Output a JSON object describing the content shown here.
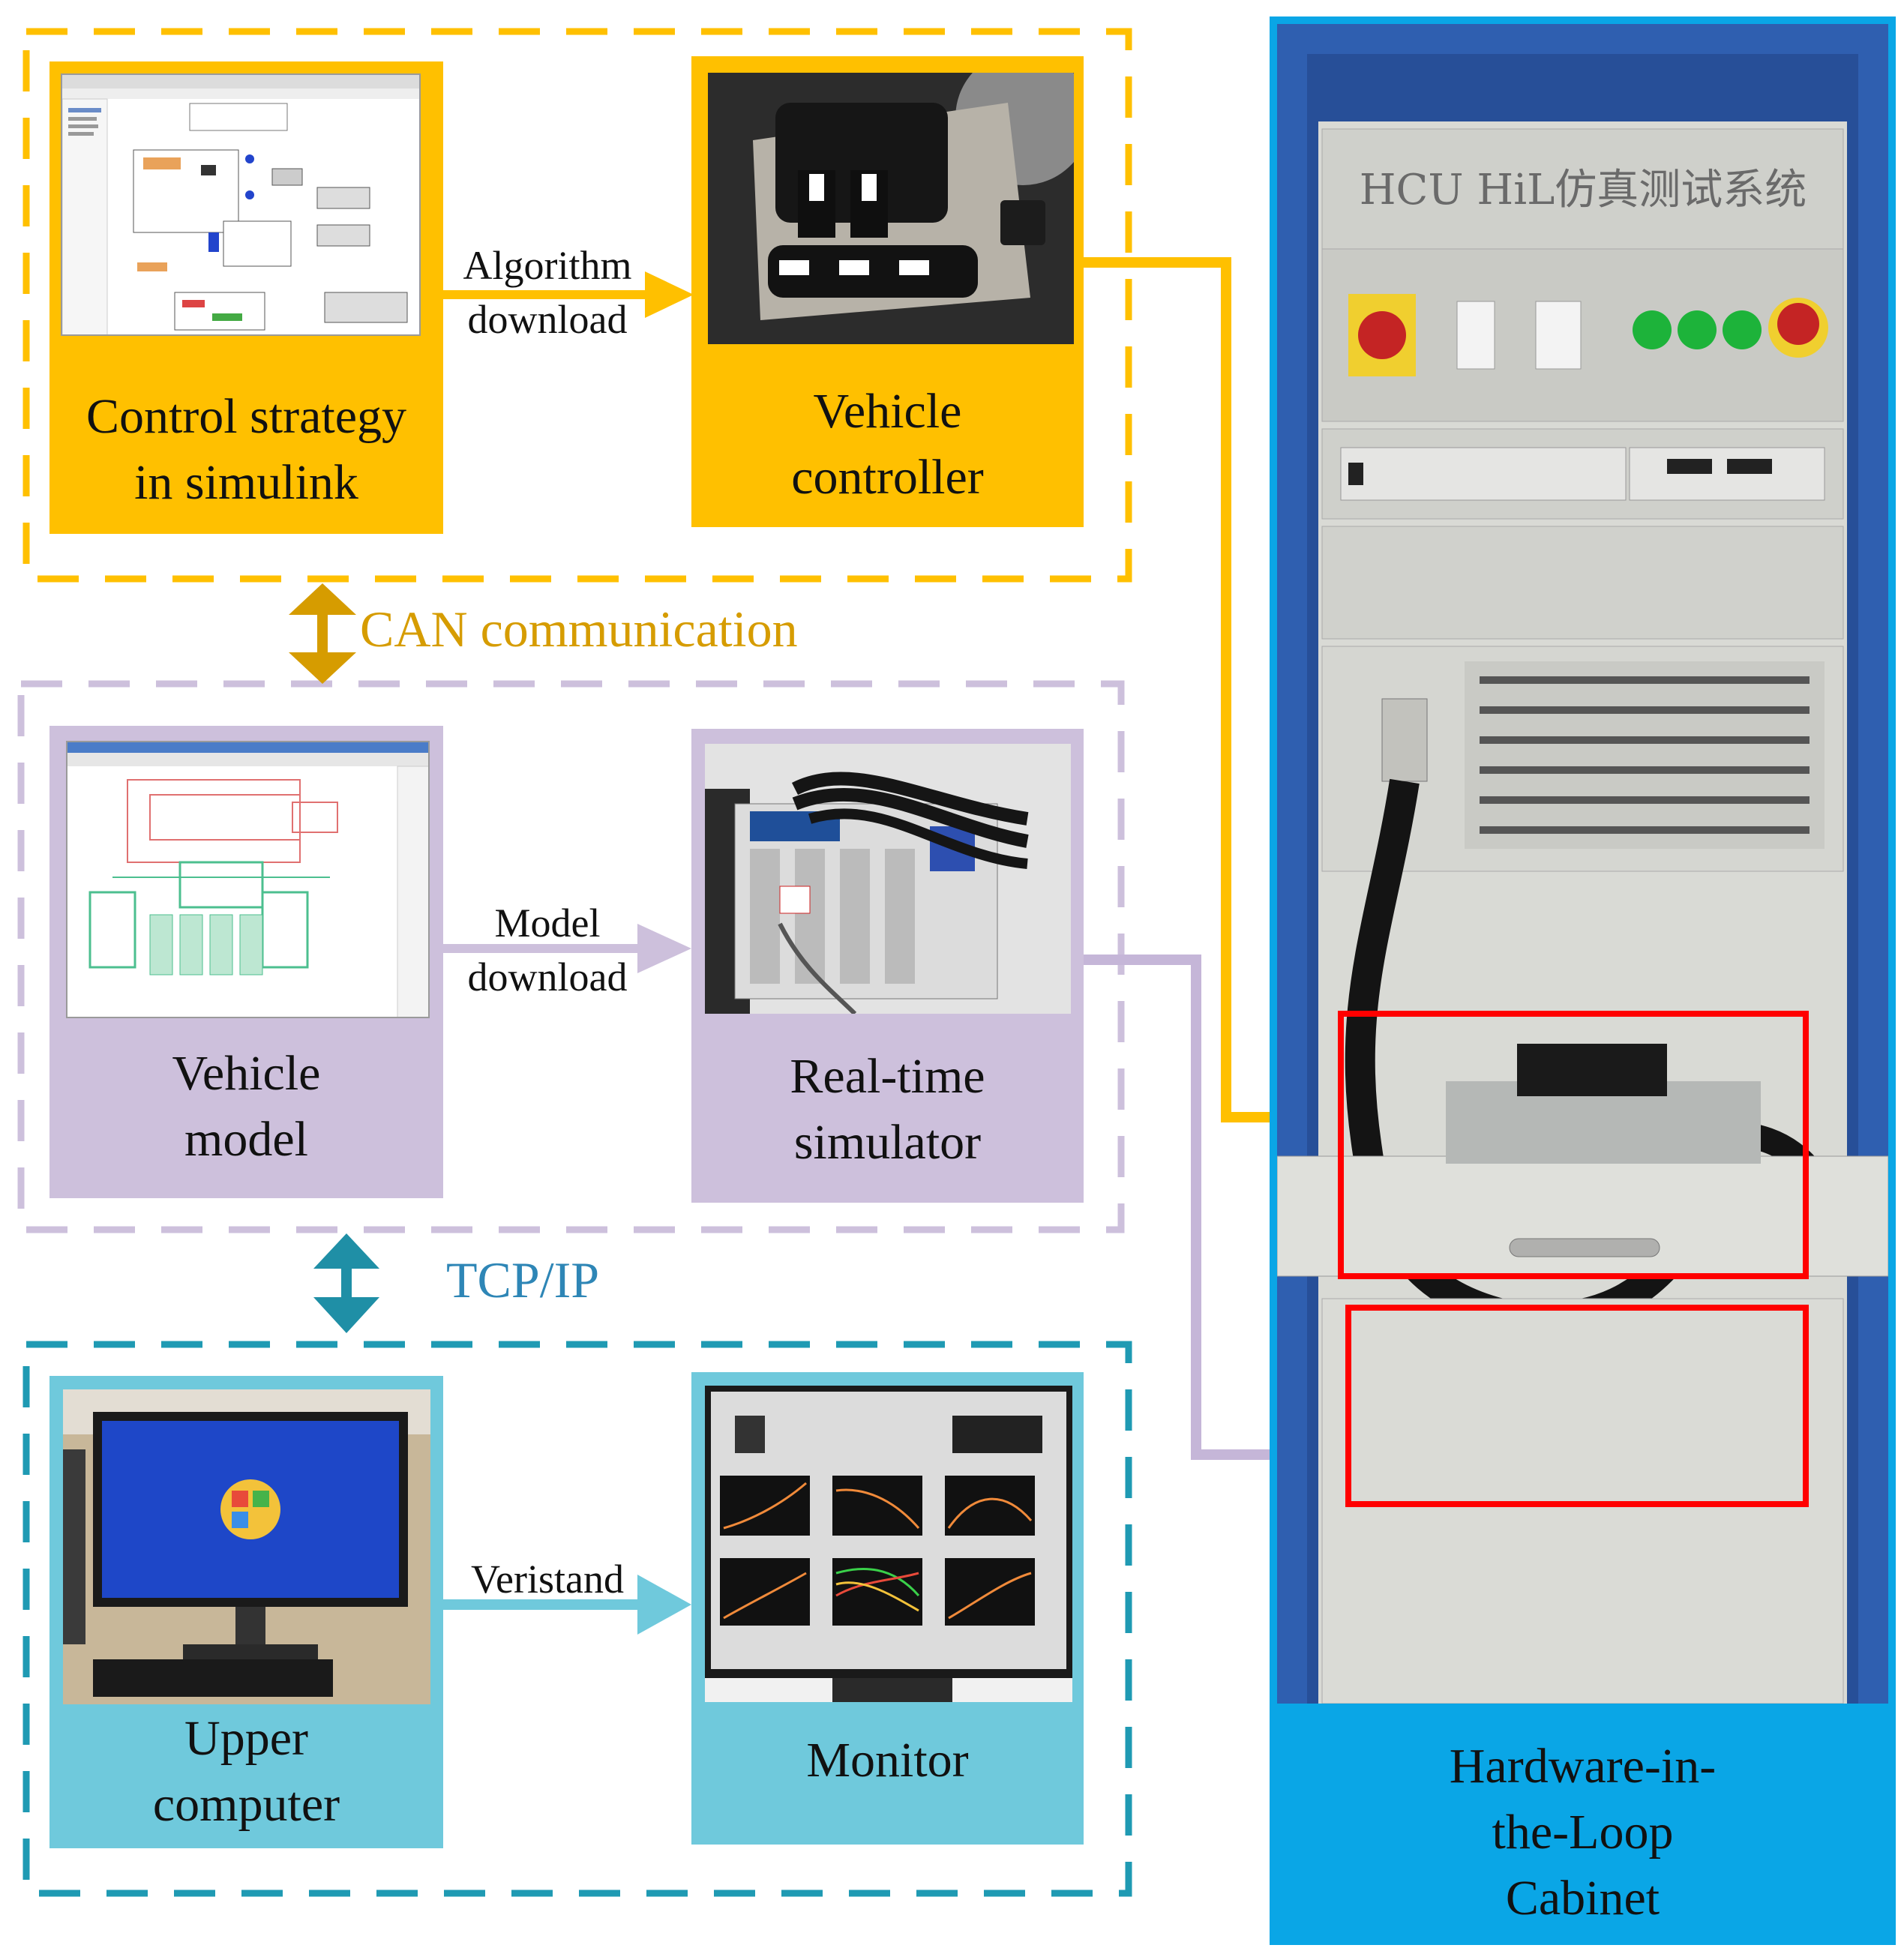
{
  "colors": {
    "orange": "#ffc000",
    "orange_dark": "#d69c00",
    "purple": "#cdc0dc",
    "purple_line": "#c5b6d8",
    "teal": "#6fc9dc",
    "teal_dark": "#1f8fa6",
    "teal_text": "#2e86b6",
    "cabinet_blue": "#0aa6e6",
    "red": "#ff0000"
  },
  "groups": {
    "controller": {
      "strategy": {
        "caption": "Control strategy\nin simulink",
        "image": "simulink-screenshot"
      },
      "controller": {
        "caption": "Vehicle\ncontroller",
        "image": "controller-photo"
      },
      "arrow_label": "Algorithm\ndownload"
    },
    "link1": {
      "label": "CAN communication"
    },
    "simulation": {
      "model": {
        "caption": "Vehicle\nmodel",
        "image": "model-screenshot"
      },
      "simulator": {
        "caption": "Real-time\nsimulator",
        "image": "simulator-photo"
      },
      "arrow_label": "Model\ndownload"
    },
    "link2": {
      "label": "TCP/IP"
    },
    "host": {
      "upper": {
        "caption": "Upper\ncomputer",
        "image": "computer-photo"
      },
      "monitor": {
        "caption": "Monitor",
        "image": "monitor-photo"
      },
      "arrow_label": "Veristand"
    }
  },
  "cabinet": {
    "caption": "Hardware-in-\nthe-Loop\nCabinet",
    "panel_title": "HCU HiL仿真测试系统"
  }
}
